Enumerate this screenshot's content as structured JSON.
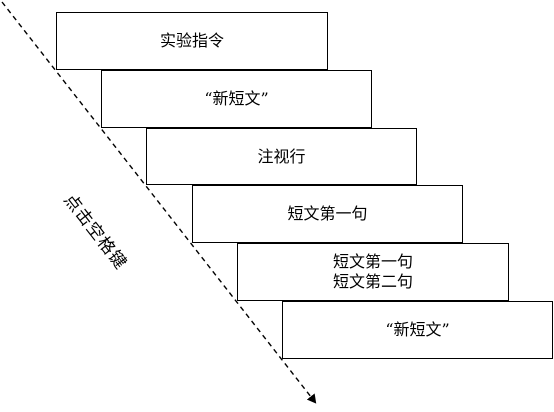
{
  "diagram": {
    "steps": [
      {
        "lines": [
          "实验指令"
        ]
      },
      {
        "lines": [
          "“新短文”"
        ]
      },
      {
        "lines": [
          "注视行"
        ]
      },
      {
        "lines": [
          "短文第一句"
        ]
      },
      {
        "lines": [
          "短文第一句",
          "短文第二句"
        ]
      },
      {
        "lines": [
          "“新短文”"
        ]
      }
    ],
    "arrow_label": "点击空格键"
  }
}
